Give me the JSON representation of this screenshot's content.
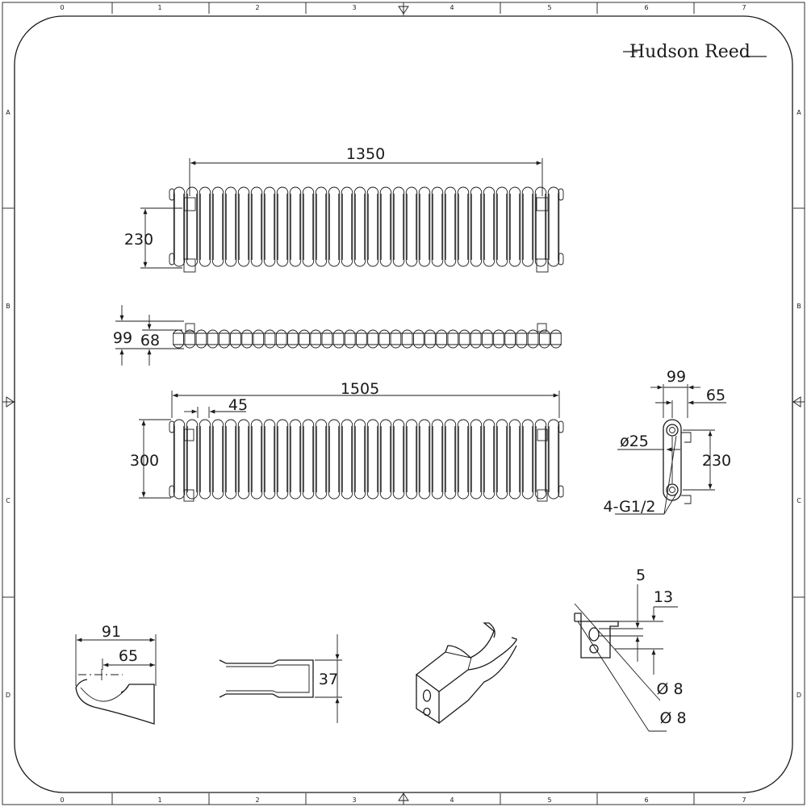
{
  "brand": {
    "name": "Hudson Reed"
  },
  "frame": {
    "columns": [
      "0",
      "1",
      "2",
      "3",
      "4",
      "5",
      "6",
      "7"
    ],
    "rows": [
      "A",
      "B",
      "C",
      "D"
    ]
  },
  "front_view_top": {
    "width": "1350",
    "height": "230"
  },
  "top_view": {
    "depth_outer": "99",
    "depth_inner": "68"
  },
  "front_view_bottom": {
    "width": "1505",
    "section_pitch": "45",
    "height": "300"
  },
  "side_view": {
    "depth": "99",
    "offset": "65",
    "diameter": "ø25",
    "height": "230",
    "connections": "4-G1/2"
  },
  "bracket_plan": {
    "width": "91",
    "offset": "65"
  },
  "bracket_side": {
    "height": "37"
  },
  "bracket_detail": {
    "dim_a": "5",
    "dim_b": "13",
    "hole_a": "Ø 8",
    "hole_b": "Ø 8"
  },
  "colors": {
    "line": "#1a1a1a",
    "background": "#ffffff"
  }
}
